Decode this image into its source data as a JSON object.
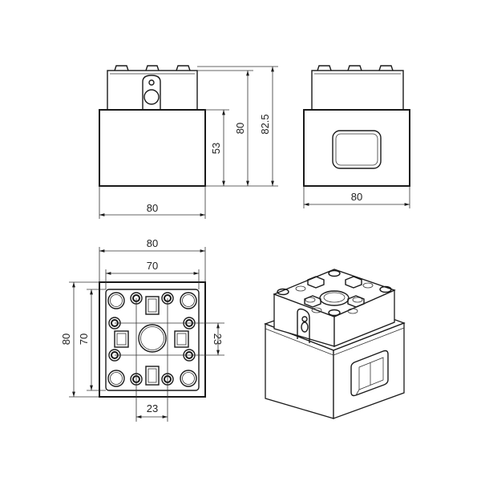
{
  "views": {
    "front": {
      "dimensions": {
        "width": "80",
        "body_height": "53",
        "height": "80",
        "overall_height": "82.5"
      }
    },
    "side": {
      "dimensions": {
        "width": "80"
      }
    },
    "top": {
      "dimensions": {
        "outer_width": "80",
        "inner_width": "70",
        "outer_height": "80",
        "inner_height": "70",
        "pitch_vertical": "23",
        "pitch_horizontal": "23"
      }
    },
    "isometric": {}
  }
}
